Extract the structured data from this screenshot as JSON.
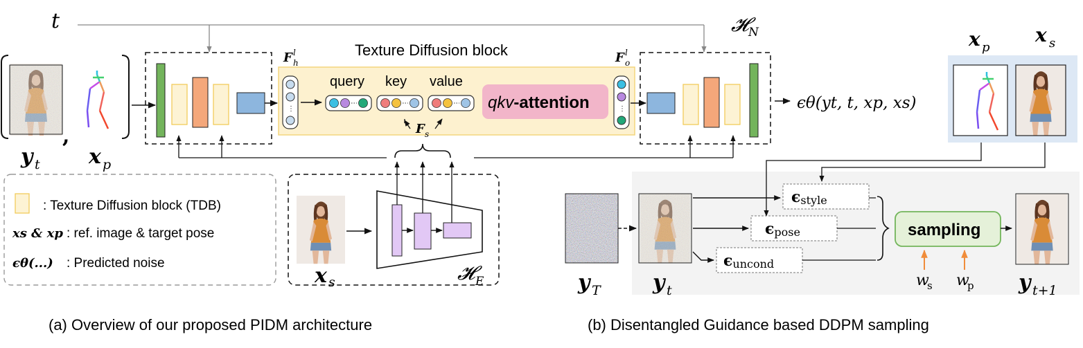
{
  "labels": {
    "t": "t",
    "HN": "𝓗",
    "HN_sub": "N",
    "HE": "𝓗",
    "HE_sub": "E",
    "Fh": "F",
    "Fh_sub": "h",
    "Fh_sup": "l",
    "Fo": "F",
    "Fo_sub": "o",
    "Fo_sup": "l",
    "Fs": "F",
    "Fs_sub": "s",
    "yt": "y",
    "yt_sub": "t",
    "comma": ",",
    "xp": "x",
    "xp_sub": "p",
    "xs": "x",
    "xs_sub": "s",
    "eps_output": "ϵθ(yt, t, xp, xs)",
    "xp_right": "x",
    "xp_right_sub": "p",
    "xs_right": "x",
    "xs_right_sub": "s",
    "yT": "y",
    "yT_sub": "T",
    "yt2": "y",
    "yt2_sub": "t",
    "yt1": "y",
    "yt1_sub": "t+1",
    "ws": "w",
    "ws_sub": "s",
    "wp": "w",
    "wp_sub": "p"
  },
  "tdb": {
    "title": "Texture Diffusion block",
    "query": "query",
    "key": "key",
    "value": "value",
    "attention_italic": "qkv",
    "attention_bold": "-attention"
  },
  "legend": {
    "tdb": ": Texture Diffusion block (TDB)",
    "ref": ": ref. image & target pose",
    "ref_prefix": "xs & xp",
    "noise": ": Predicted noise",
    "noise_prefix": "ϵθ(...)"
  },
  "guidance": {
    "style": "style",
    "pose": "pose",
    "uncond": "uncond",
    "sampling": "sampling"
  },
  "captions": {
    "a": "(a) Overview of our proposed PIDM architecture",
    "b": "(b) Disentangled Guidance based DDPM sampling"
  },
  "colors": {
    "green": "#73b45c",
    "peach": "#f4a77a",
    "lightyellow": "#fdf3d4",
    "blue": "#8db6de",
    "tdb_bg": "#fdf1cf",
    "tdb_border": "#f3d67d",
    "attention_bg": "#f2b5c9",
    "purple": "#e2c8f5",
    "sampling_bg": "#e5f1d9",
    "sampling_border": "#72b55a",
    "panel_gray": "#f3f3f3",
    "panel_blue": "#dde8f5",
    "arrow_orange": "#f08c3a",
    "token_cyan": "#3bbfe3",
    "token_purple": "#b889e0",
    "token_green": "#23a879",
    "token_red": "#ef7c7c",
    "token_yellow": "#f4c23f",
    "token_blue": "#9fc4e6",
    "token_light": "#c7dcef"
  },
  "icons": [
    "noisy-image-icon",
    "pose-skeleton-icon",
    "person-photo-icon",
    "pure-noise-icon"
  ]
}
